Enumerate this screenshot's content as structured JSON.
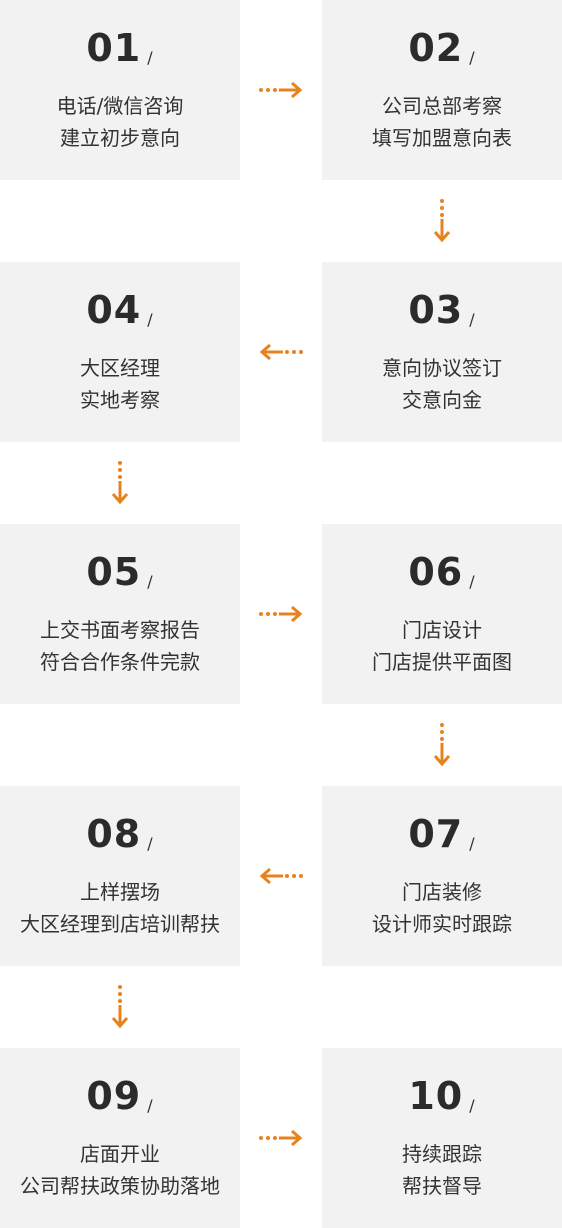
{
  "colors": {
    "card_background": "#f2f2f2",
    "arrow": "#e8821e",
    "text": "#333333"
  },
  "slash": "/",
  "steps": [
    {
      "number": "01",
      "line1": "电话/微信咨询",
      "line2": "建立初步意向"
    },
    {
      "number": "02",
      "line1": "公司总部考察",
      "line2": "填写加盟意向表"
    },
    {
      "number": "03",
      "line1": "意向协议签订",
      "line2": "交意向金"
    },
    {
      "number": "04",
      "line1": "大区经理",
      "line2": "实地考察"
    },
    {
      "number": "05",
      "line1": "上交书面考察报告",
      "line2": "符合合作条件完款"
    },
    {
      "number": "06",
      "line1": "门店设计",
      "line2": "门店提供平面图"
    },
    {
      "number": "07",
      "line1": "门店装修",
      "line2": "设计师实时跟踪"
    },
    {
      "number": "08",
      "line1": "上样摆场",
      "line2": "大区经理到店培训帮扶"
    },
    {
      "number": "09",
      "line1": "店面开业",
      "line2": "公司帮扶政策协助落地"
    },
    {
      "number": "10",
      "line1": "持续跟踪",
      "line2": "帮扶督导"
    }
  ],
  "arrows": [
    {
      "name": "arrow-01-to-02",
      "direction": "right"
    },
    {
      "name": "arrow-02-to-03",
      "direction": "down"
    },
    {
      "name": "arrow-03-to-04",
      "direction": "left"
    },
    {
      "name": "arrow-04-to-05",
      "direction": "down"
    },
    {
      "name": "arrow-05-to-06",
      "direction": "right"
    },
    {
      "name": "arrow-06-to-07",
      "direction": "down"
    },
    {
      "name": "arrow-07-to-08",
      "direction": "left"
    },
    {
      "name": "arrow-08-to-09",
      "direction": "down"
    },
    {
      "name": "arrow-09-to-10",
      "direction": "right"
    }
  ]
}
